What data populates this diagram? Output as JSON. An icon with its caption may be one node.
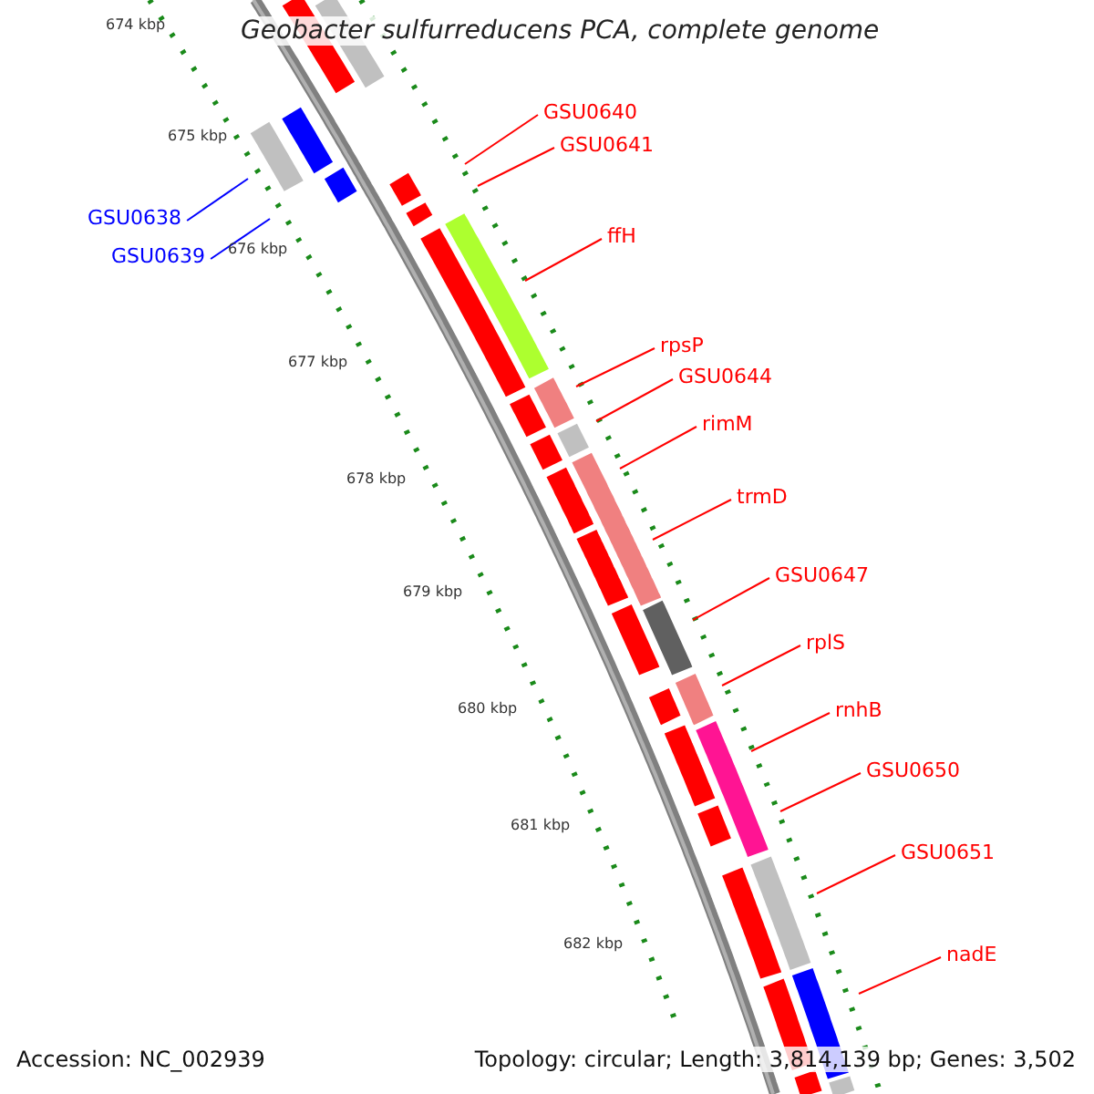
{
  "diagram": {
    "title": "Geobacter sulfurreducens PCA, complete genome",
    "nodes": [
      {
        "text": [
          "GSU0640"
        ]
      },
      {
        "text": [
          "GSU0641"
        ]
      },
      {
        "text": [
          "ffH"
        ]
      },
      {
        "text": [
          "rpsP"
        ]
      },
      {
        "text": [
          "GSU0644"
        ]
      },
      {
        "text": [
          "rimM"
        ]
      },
      {
        "text": [
          "trmD"
        ]
      },
      {
        "text": [
          "GSU0647"
        ]
      },
      {
        "text": [
          "rplS"
        ]
      },
      {
        "text": [
          "rnhB"
        ]
      },
      {
        "text": [
          "GSU0650"
        ]
      },
      {
        "text": [
          "GSU0651"
        ]
      },
      {
        "text": [
          "nadE"
        ]
      },
      {
        "text": [
          "GSU0638"
        ]
      },
      {
        "text": [
          "GSU0639"
        ]
      }
    ],
    "edges": [
      {
        "from": 0,
        "to": null,
        "arrow": "none"
      },
      {
        "from": 1,
        "to": null,
        "arrow": "none"
      },
      {
        "from": 2,
        "to": null,
        "arrow": "none"
      },
      {
        "from": 3,
        "to": null,
        "arrow": "none"
      },
      {
        "from": 4,
        "to": null,
        "arrow": "none"
      },
      {
        "from": 5,
        "to": null,
        "arrow": "none"
      },
      {
        "from": 6,
        "to": null,
        "arrow": "none"
      },
      {
        "from": 7,
        "to": null,
        "arrow": "none"
      },
      {
        "from": 8,
        "to": null,
        "arrow": "none"
      },
      {
        "from": 9,
        "to": null,
        "arrow": "none"
      },
      {
        "from": 10,
        "to": null,
        "arrow": "none"
      },
      {
        "from": 11,
        "to": null,
        "arrow": "none"
      },
      {
        "from": 12,
        "to": null,
        "arrow": "none"
      },
      {
        "from": 13,
        "to": null,
        "arrow": "none",
        "color": "#0000ff"
      },
      {
        "from": 14,
        "to": null,
        "arrow": "none",
        "color": "#0000ff"
      }
    ],
    "labels": [
      "674 kbp",
      "675 kbp",
      "676 kbp",
      "677 kbp",
      "678 kbp",
      "679 kbp",
      "680 kbp",
      "681 kbp",
      "682 kbp",
      "Accession: NC_002939",
      "Topology: circular; Length: 3,814,139 bp; Genes: 3,502"
    ]
  }
}
